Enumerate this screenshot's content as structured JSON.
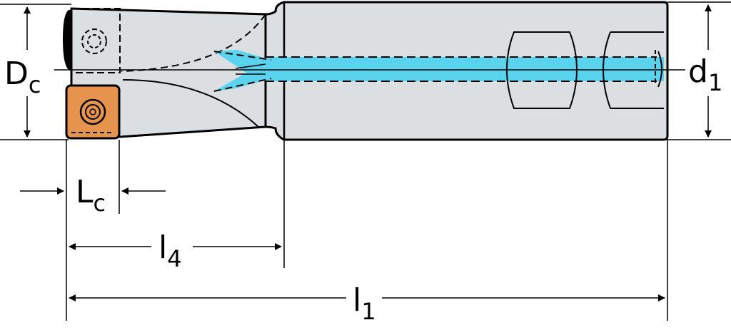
{
  "dimensions": {
    "cutting_diameter": {
      "symbol": "D",
      "subscript": "c"
    },
    "shank_diameter": {
      "symbol": "d",
      "subscript": "1"
    },
    "cutting_edge_length": {
      "symbol": "L",
      "subscript": "c"
    },
    "head_length": {
      "symbol": "l",
      "subscript": "4"
    },
    "overall_length": {
      "symbol": "l",
      "subscript": "1"
    }
  },
  "colors": {
    "body": "#dcdfe1",
    "outline": "#000000",
    "insert": "#e6934e",
    "coolant": "#5ad4ee",
    "background": "#ffffff"
  }
}
